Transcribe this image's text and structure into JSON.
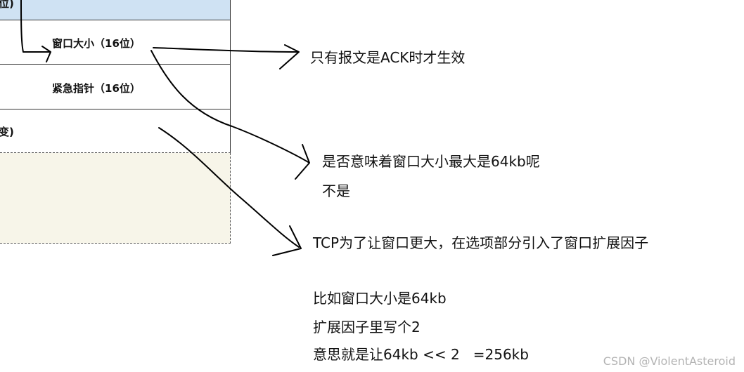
{
  "table": {
    "row_top_fragment": "位)",
    "window_size": "窗口大小（16位）",
    "urgent_pointer": "紧急指针（16位）",
    "row3_fragment": "变)"
  },
  "notes": {
    "ack_only": "只有报文是ACK时才生效",
    "max_question": "是否意味着窗口大小最大是64kb呢",
    "answer_no": "不是",
    "scale_factor": "TCP为了让窗口更大，在选项部分引入了窗口扩展因子",
    "example_line1": "比如窗口大小是64kb",
    "example_line2": "扩展因子里写个2",
    "example_line3": "意思就是让64kb << 2   =256kb"
  },
  "watermark": "CSDN @ViolentAsteroid",
  "colors": {
    "top_row_fill": "#cfe2f3",
    "options_fill": "#f7f5e9",
    "ink": "#000000",
    "border": "#333333"
  }
}
